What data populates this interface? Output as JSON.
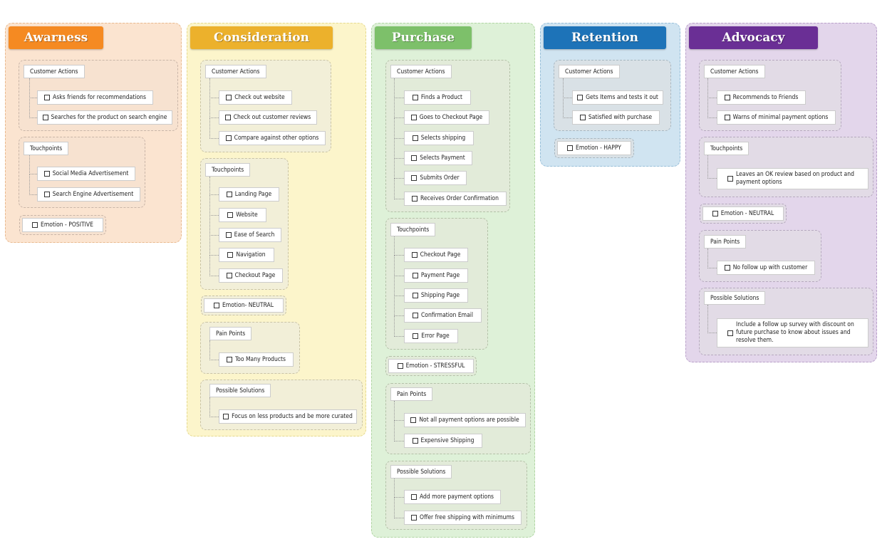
{
  "stages": {
    "awareness": {
      "title": "Awarness",
      "customer_actions": {
        "label": "Customer Actions",
        "items": [
          "Asks friends for recommendations",
          "Searches for the product on search engine"
        ]
      },
      "touchpoints": {
        "label": "Touchpoints",
        "items": [
          "Social Media Advertisement",
          "Search Engine Advertisement"
        ]
      },
      "emotion": "Emotion - POSITIVE"
    },
    "consideration": {
      "title": "Consideration",
      "customer_actions": {
        "label": "Customer Actions",
        "items": [
          "Check out website",
          "Check out customer reviews",
          "Compare against other options"
        ]
      },
      "touchpoints": {
        "label": "Touchpoints",
        "items": [
          "Landing Page",
          "Website",
          "Ease of Search",
          "Navigation",
          "Checkout Page"
        ]
      },
      "emotion": "Emotion- NEUTRAL",
      "pain_points": {
        "label": "Pain Points",
        "items": [
          "Too Many Products"
        ]
      },
      "possible_solutions": {
        "label": "Possible Solutions",
        "items": [
          "Focus on less products and be more curated"
        ]
      }
    },
    "purchase": {
      "title": "Purchase",
      "customer_actions": {
        "label": "Customer Actions",
        "items": [
          "Finds a Product",
          "Goes to Checkout Page",
          "Selects shipping",
          "Selects Payment",
          "Submits Order",
          "Receives Order Confirmation"
        ]
      },
      "touchpoints": {
        "label": "Touchpoints",
        "items": [
          "Checkout Page",
          "Payment Page",
          "Shipping Page",
          "Confirmation Email",
          "Error Page"
        ]
      },
      "emotion": "Emotion - STRESSFUL",
      "pain_points": {
        "label": "Pain Points",
        "items": [
          "Not all payment options are possible",
          "Expensive Shipping"
        ]
      },
      "possible_solutions": {
        "label": "Possible Solutions",
        "items": [
          "Add more payment options",
          "Offer free shipping with minimums"
        ]
      }
    },
    "retention": {
      "title": "Retention",
      "customer_actions": {
        "label": "Customer Actions",
        "items": [
          "Gets Items and tests it out",
          "Satisfied with purchase"
        ]
      },
      "emotion": "Emotion - HAPPY"
    },
    "advocacy": {
      "title": "Advocacy",
      "customer_actions": {
        "label": "Customer Actions",
        "items": [
          "Recommends to Friends",
          "Warns of minimal payment options"
        ]
      },
      "touchpoints": {
        "label": "Touchpoints",
        "items": [
          "Leaves an OK review based on product and payment options"
        ]
      },
      "emotion": "Emotion - NEUTRAL",
      "pain_points": {
        "label": "Pain Points",
        "items": [
          "No follow up with customer"
        ]
      },
      "possible_solutions": {
        "label": "Possible Solutions",
        "items": [
          "Include a follow up survey with discount on future purchase to know about issues and resolve them."
        ]
      }
    }
  },
  "colors": {
    "awareness": "#f58a22",
    "consideration": "#ecb12c",
    "purchase": "#7dc06a",
    "retention": "#1d73b8",
    "advocacy": "#6a2f95"
  }
}
